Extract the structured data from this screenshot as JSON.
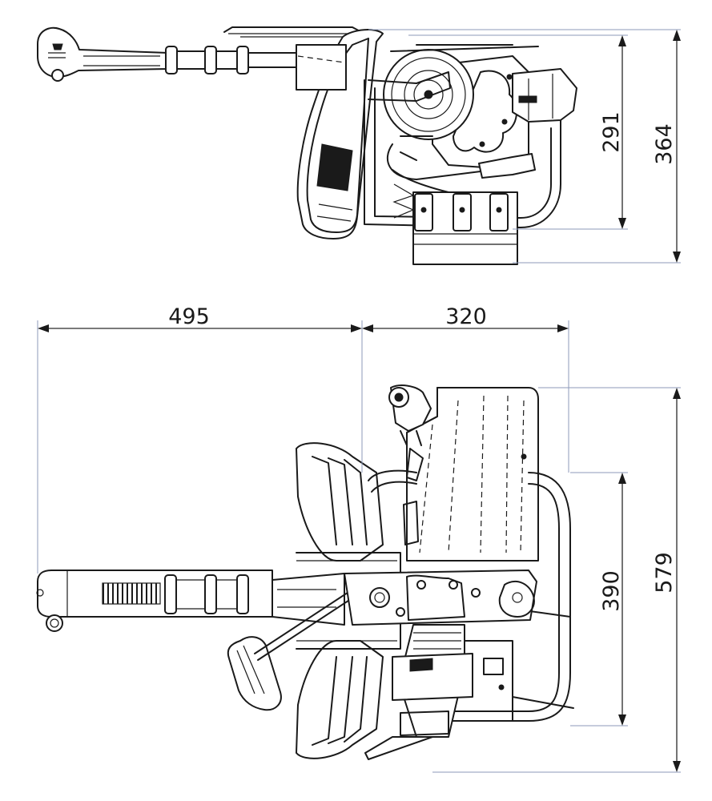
{
  "dimensions": {
    "height_side_inner": "291",
    "height_side_total": "364",
    "width_handle": "495",
    "width_body": "320",
    "depth_inner": "390",
    "depth_total": "579"
  },
  "colors": {
    "line": "#1a1a1a",
    "extension_line": "#8c9aba",
    "background": "#ffffff"
  }
}
